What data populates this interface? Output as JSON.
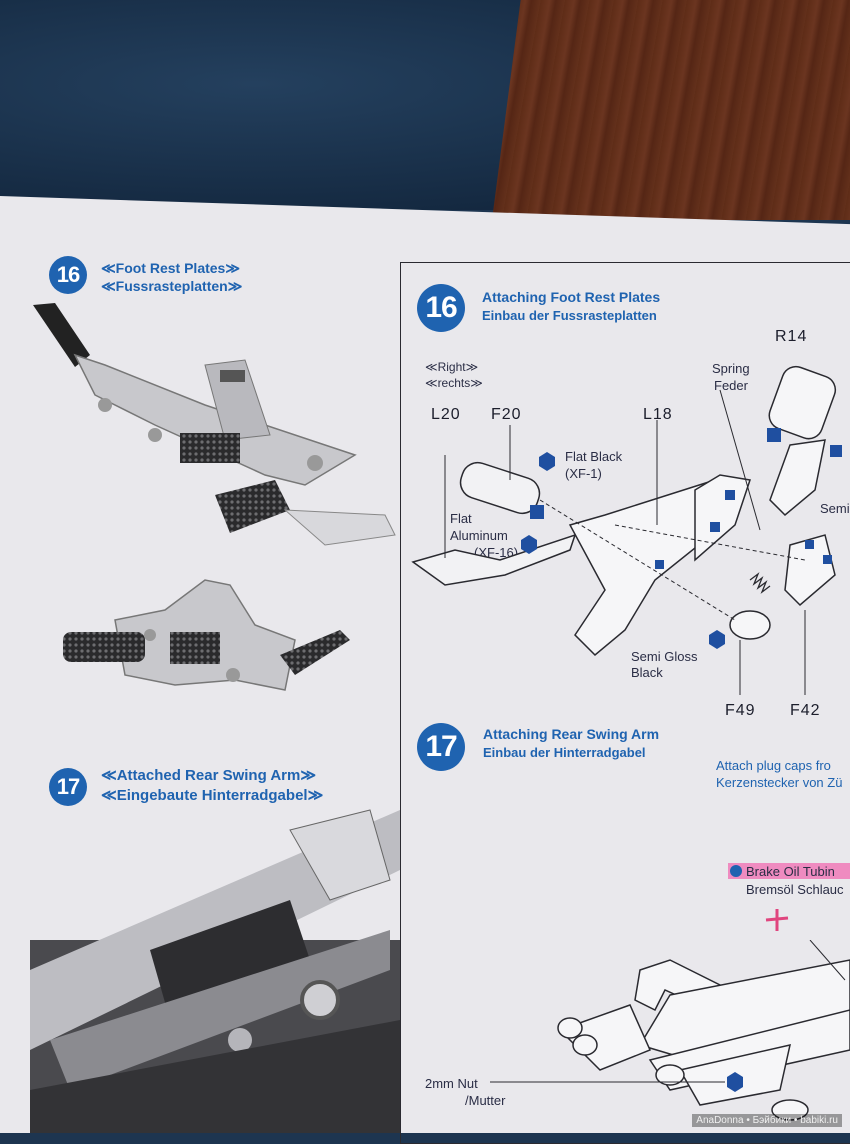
{
  "left_steps": [
    {
      "number": "16",
      "title_en": "≪Foot Rest Plates≫",
      "title_de": "≪Fussrasteplatten≫"
    },
    {
      "number": "17",
      "title_en": "≪Attached Rear Swing Arm≫",
      "title_de": "≪Eingebaute Hinterradgabel≫"
    }
  ],
  "step16": {
    "number": "16",
    "title_en": "Attaching Foot Rest Plates",
    "title_de": "Einbau der Fussrasteplatten",
    "side_en": "≪Right≫",
    "side_de": "≪rechts≫",
    "parts": {
      "l20": "L20",
      "f20": "F20",
      "l18": "L18",
      "r14": "R14",
      "f49": "F49",
      "f42": "F42"
    },
    "spring_en": "Spring",
    "spring_de": "Feder",
    "flat_black": "Flat Black",
    "flat_black_code": "(XF-1)",
    "flat_aluminum_1": "Flat",
    "flat_aluminum_2": "Aluminum",
    "flat_aluminum_code": "(XF-16)",
    "semi_gloss_1": "Semi Gloss",
    "semi_gloss_2": "Black",
    "semi_cut": "Semi"
  },
  "step17": {
    "number": "17",
    "title_en": "Attaching Rear Swing Arm",
    "title_de": "Einbau der Hinterradgabel",
    "note_en": "Attach plug caps fro",
    "note_de": "Kerzenstecker von Zü",
    "brake_en": "Brake Oil Tubin",
    "brake_de": "Bremsöl Schlauc",
    "nut_en": "2mm Nut",
    "nut_de": "/Mutter"
  },
  "watermark": "AnaDonna • Бэйбики • babiki.ru",
  "colors": {
    "accent": "#1f63b0",
    "highlight": "#f07ab8",
    "paper": "#e9e8ec"
  }
}
